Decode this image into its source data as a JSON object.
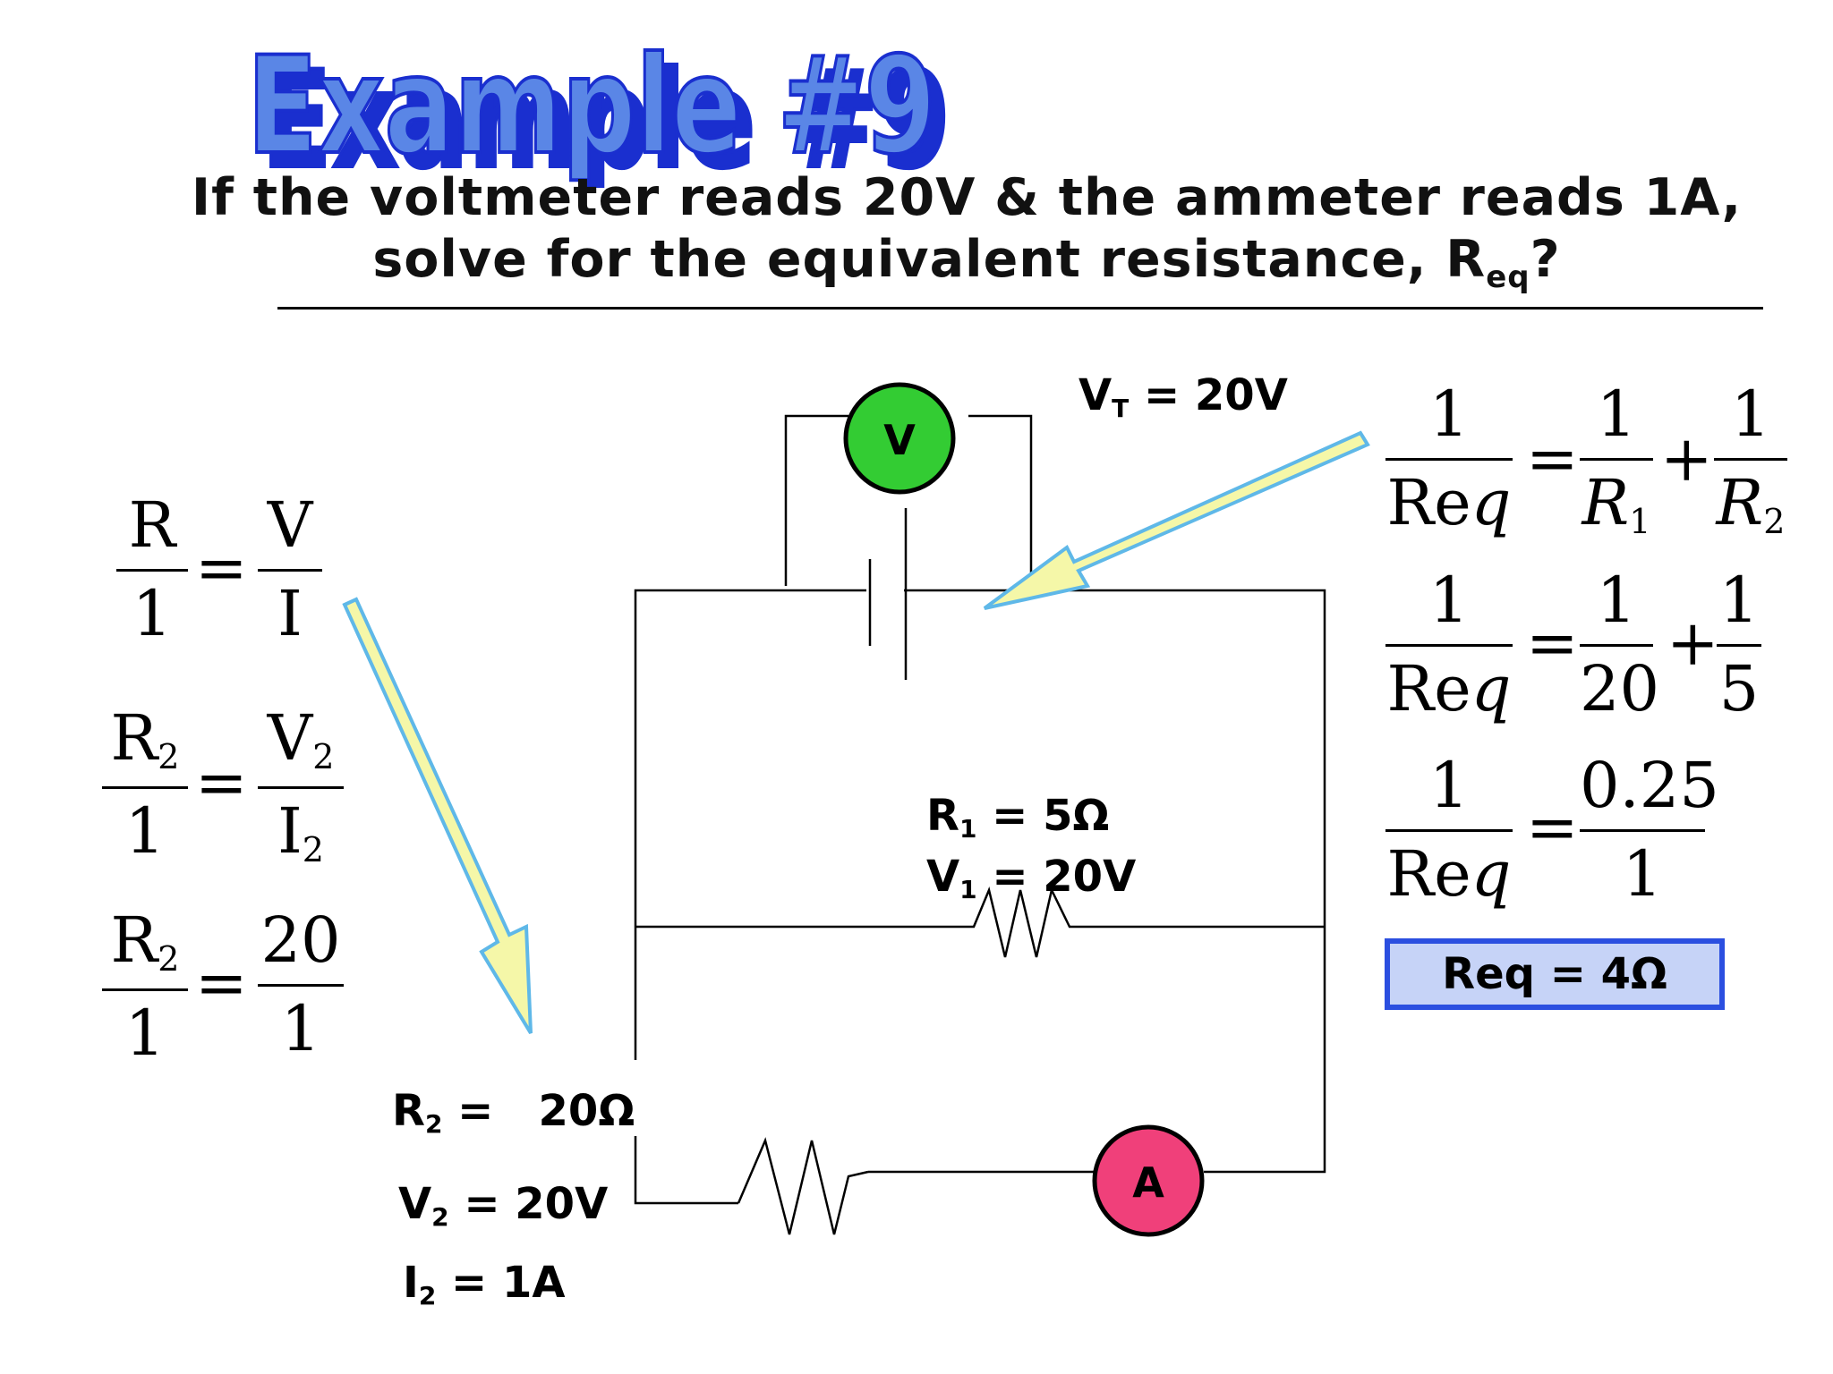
{
  "title": {
    "wordart_text": "Example #9",
    "fill_color": "#5a86e6",
    "shadow_color": "#1a2fcf"
  },
  "question": {
    "line1": "If the voltmeter reads 20V & the ammeter reads 1A,",
    "line2_text": "solve for the equivalent resistance, R",
    "line2_sub": "eq",
    "line2_end": "?"
  },
  "circuit": {
    "voltmeter_symbol": "V",
    "ammeter_symbol": "A",
    "voltmeter_color": "#33cc33",
    "ammeter_color": "#f0407a",
    "arrow_color": "#f5f7a8",
    "arrow_outline": "#5fb8e8",
    "vt_label": {
      "var": "V",
      "sub": "T",
      "value": " = 20V"
    },
    "r1_label": {
      "var": "R",
      "sub": "1",
      "value": " = 5Ω"
    },
    "v1_label": {
      "var": "V",
      "sub": "1",
      "value": " = 20V"
    },
    "r2_label": {
      "var": "R",
      "sub": "2",
      "value": " =   20Ω"
    },
    "v2_label": {
      "var": "V",
      "sub": "2",
      "value": " = 20V"
    },
    "i2_label": {
      "var": "I",
      "sub": "2",
      "value": " = 1A"
    }
  },
  "left_equations": [
    {
      "lhs_num": "R",
      "lhs_den": "1",
      "rhs_num": "V",
      "rhs_den": "I"
    },
    {
      "lhs_num": "R2",
      "lhs_den": "1",
      "rhs_num": "V2",
      "rhs_den": "I2"
    },
    {
      "lhs_num": "R2",
      "lhs_den": "1",
      "rhs_num": "20",
      "rhs_den": "1"
    }
  ],
  "right_equations": {
    "row1": {
      "lhs_num": "1",
      "lhs_den": "Req",
      "a_num": "1",
      "a_den": "R1",
      "b_num": "1",
      "b_den": "R2"
    },
    "row2": {
      "lhs_num": "1",
      "lhs_den": "Req",
      "a_num": "1",
      "a_den": "20",
      "b_num": "1",
      "b_den": "5"
    },
    "row3": {
      "lhs_num": "1",
      "lhs_den": "Req",
      "a_num": "0.25",
      "a_den": "1"
    },
    "equals": "=",
    "plus": "+"
  },
  "answer": {
    "text": "Req = 4Ω",
    "border_color": "#2b4fe0",
    "fill_color": "#c6d3f7"
  }
}
